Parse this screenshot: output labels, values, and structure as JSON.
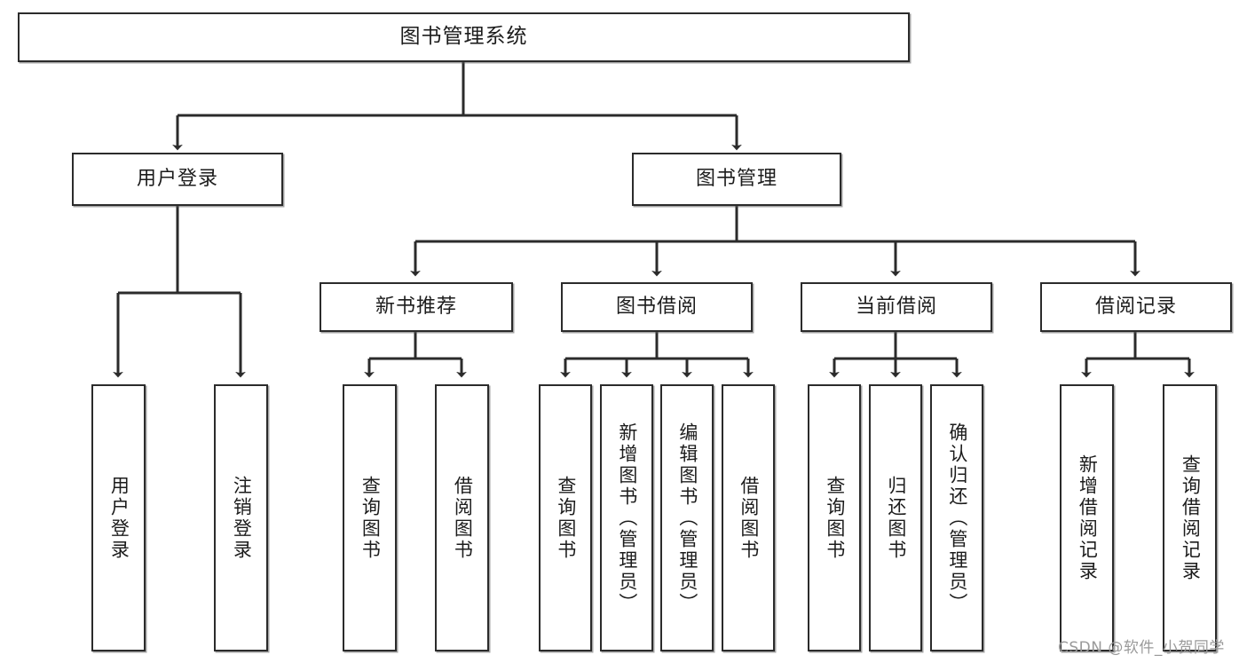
{
  "diagram": {
    "type": "tree",
    "title": "图书管理系统",
    "watermark": "CSDN @软件_小贺同学",
    "colors": {
      "box_border": "#2b2b2b",
      "box_fill": "#ffffff",
      "edge": "#2b2b2b",
      "text": "#1c1c1c",
      "watermark": "#9a9a9a",
      "background": "#ffffff"
    },
    "nodes": {
      "root": {
        "label": "图书管理系统"
      },
      "level2": [
        {
          "id": "user-login",
          "label": "用户登录"
        },
        {
          "id": "book-manage",
          "label": "图书管理"
        }
      ],
      "level3": [
        {
          "id": "new-book-recommend",
          "label": "新书推荐"
        },
        {
          "id": "book-borrow",
          "label": "图书借阅"
        },
        {
          "id": "current-borrow",
          "label": "当前借阅"
        },
        {
          "id": "borrow-record",
          "label": "借阅记录"
        }
      ],
      "leaves": {
        "user-login": [
          {
            "id": "leaf-user-login",
            "label": "用户登录"
          },
          {
            "id": "leaf-logout",
            "label": "注销登录"
          }
        ],
        "new-book-recommend": [
          {
            "id": "leaf-query-book-1",
            "label": "查询图书"
          },
          {
            "id": "leaf-borrow-book-1",
            "label": "借阅图书"
          }
        ],
        "book-borrow": [
          {
            "id": "leaf-query-book-2",
            "label": "查询图书"
          },
          {
            "id": "leaf-add-book",
            "label": "新增图书（管理员）"
          },
          {
            "id": "leaf-edit-book",
            "label": "编辑图书（管理员）"
          },
          {
            "id": "leaf-borrow-book-2",
            "label": "借阅图书"
          }
        ],
        "current-borrow": [
          {
            "id": "leaf-query-book-3",
            "label": "查询图书"
          },
          {
            "id": "leaf-return-book",
            "label": "归还图书"
          },
          {
            "id": "leaf-confirm-return",
            "label": "确认归还（管理员）"
          }
        ],
        "borrow-record": [
          {
            "id": "leaf-add-record",
            "label": "新增借阅记录"
          },
          {
            "id": "leaf-query-record",
            "label": "查询借阅记录"
          }
        ]
      }
    }
  }
}
